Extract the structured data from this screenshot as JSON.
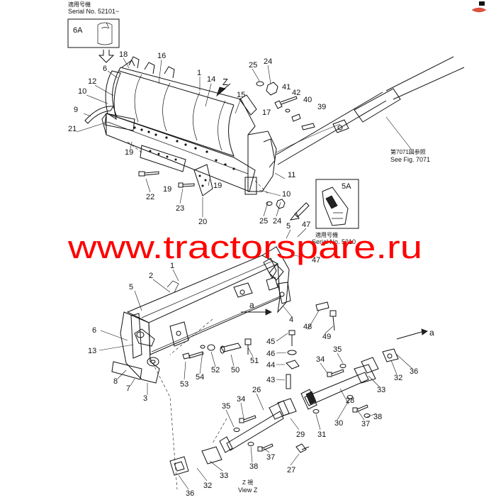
{
  "serial_header": {
    "japanese": "適用号機",
    "serial": "Serial No. 52101~"
  },
  "see_fig_note": {
    "japanese": "第7071図参照",
    "english": "See Fig. 7071"
  },
  "applicable_note": {
    "japanese": "適用号機",
    "serial_partial": "Serial No. 5210"
  },
  "view_label": {
    "japanese": "Z 視",
    "english": "View Z"
  },
  "view_arrow_letter": "Z",
  "direction_marker": "a",
  "detail_refs": [
    "6A",
    "5A"
  ],
  "watermark": "www.tractorspare.ru",
  "part_numbers": [
    "1",
    "2",
    "3",
    "4",
    "5",
    "6",
    "7",
    "8",
    "9",
    "10",
    "11",
    "12",
    "13",
    "14",
    "15",
    "16",
    "17",
    "18",
    "19",
    "20",
    "21",
    "22",
    "23",
    "24",
    "25",
    "26",
    "27",
    "28",
    "29",
    "30",
    "31",
    "32",
    "33",
    "34",
    "35",
    "36",
    "37",
    "38",
    "39",
    "40",
    "41",
    "42",
    "43",
    "44",
    "45",
    "46",
    "47",
    "48",
    "49",
    "50",
    "51",
    "52",
    "53",
    "54"
  ],
  "callouts": [
    {
      "n": "18"
    },
    {
      "n": "16"
    },
    {
      "n": "1"
    },
    {
      "n": "6"
    },
    {
      "n": "12"
    },
    {
      "n": "10"
    },
    {
      "n": "14"
    },
    {
      "n": "15"
    },
    {
      "n": "25"
    },
    {
      "n": "24"
    },
    {
      "n": "41"
    },
    {
      "n": "42"
    },
    {
      "n": "40"
    },
    {
      "n": "39"
    },
    {
      "n": "17"
    },
    {
      "n": "9"
    },
    {
      "n": "21"
    },
    {
      "n": "19"
    },
    {
      "n": "19"
    },
    {
      "n": "19"
    },
    {
      "n": "11"
    },
    {
      "n": "10"
    },
    {
      "n": "22"
    },
    {
      "n": "23"
    },
    {
      "n": "20"
    },
    {
      "n": "25"
    },
    {
      "n": "24"
    },
    {
      "n": "5"
    },
    {
      "n": "47"
    },
    {
      "n": "47"
    },
    {
      "n": "1"
    },
    {
      "n": "2"
    },
    {
      "n": "5"
    },
    {
      "n": "4"
    },
    {
      "n": "48"
    },
    {
      "n": "49"
    },
    {
      "n": "6"
    },
    {
      "n": "13"
    },
    {
      "n": "8"
    },
    {
      "n": "7"
    },
    {
      "n": "3"
    },
    {
      "n": "53"
    },
    {
      "n": "54"
    },
    {
      "n": "52"
    },
    {
      "n": "50"
    },
    {
      "n": "51"
    },
    {
      "n": "45"
    },
    {
      "n": "46"
    },
    {
      "n": "44"
    },
    {
      "n": "43"
    },
    {
      "n": "34"
    },
    {
      "n": "35"
    },
    {
      "n": "32"
    },
    {
      "n": "36"
    },
    {
      "n": "33"
    },
    {
      "n": "26"
    },
    {
      "n": "28"
    },
    {
      "n": "34"
    },
    {
      "n": "35"
    },
    {
      "n": "29"
    },
    {
      "n": "31"
    },
    {
      "n": "30"
    },
    {
      "n": "37"
    },
    {
      "n": "38"
    },
    {
      "n": "37"
    },
    {
      "n": "38"
    },
    {
      "n": "27"
    },
    {
      "n": "33"
    },
    {
      "n": "32"
    },
    {
      "n": "36"
    }
  ]
}
